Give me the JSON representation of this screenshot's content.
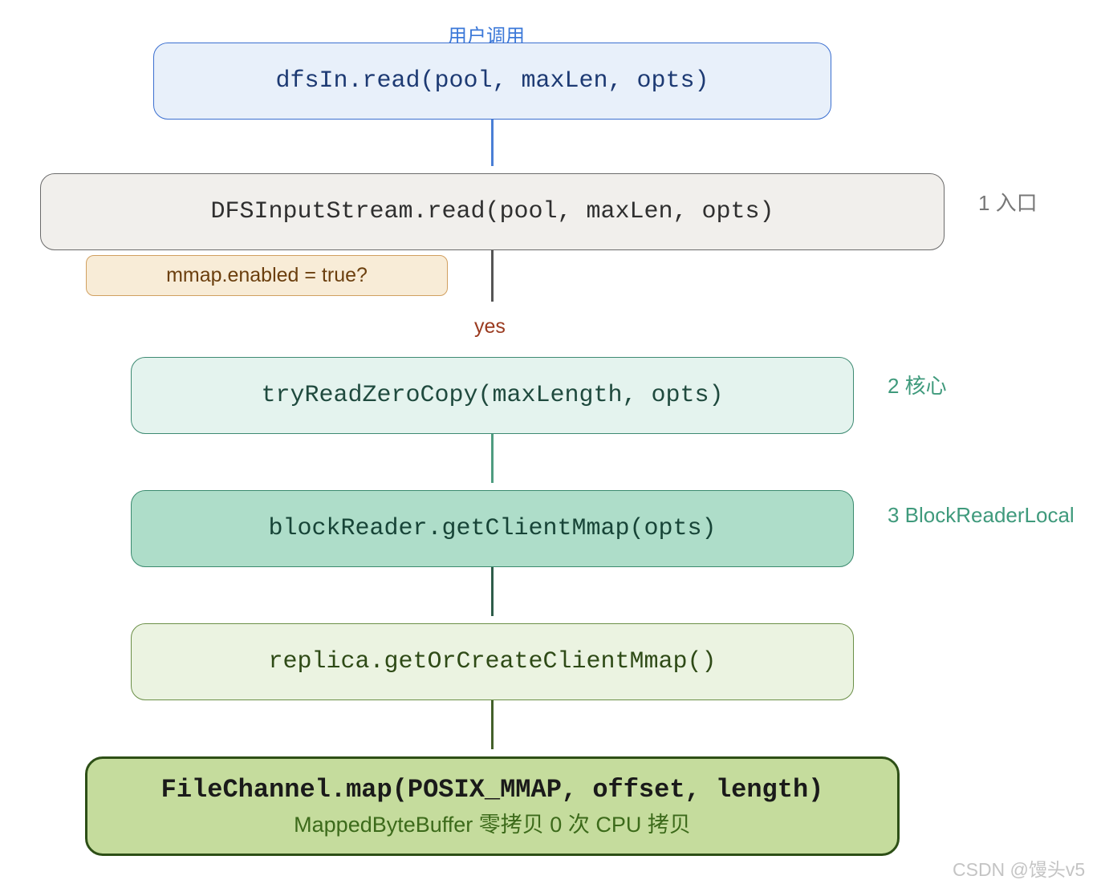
{
  "top_label": "用户调用",
  "nodes": {
    "dfsin": "dfsIn.read(pool, maxLen, opts)",
    "dfsinputstream": "DFSInputStream.read(pool, maxLen, opts)",
    "tryread": "tryReadZeroCopy(maxLength, opts)",
    "blockreader": "blockReader.getClientMmap(opts)",
    "replica": "replica.getOrCreateClientMmap()",
    "filechannel": {
      "title": "FileChannel.map(POSIX_MMAP, offset, length)",
      "subtitle": "MappedByteBuffer 零拷贝 0 次 CPU 拷贝"
    }
  },
  "condition_note": "mmap.enabled = true?",
  "yes_label": "yes",
  "side_labels": {
    "entry": "1 入口",
    "core": "2 核心",
    "blockreader": "3 BlockReaderLocal"
  },
  "colors": {
    "blue": "#3b6fd0",
    "gray": "#6b6b6b",
    "orange": "#d1a060",
    "teal": "#3d8a72",
    "green": "#2d4f16"
  },
  "watermark": "CSDN @馒头v5"
}
